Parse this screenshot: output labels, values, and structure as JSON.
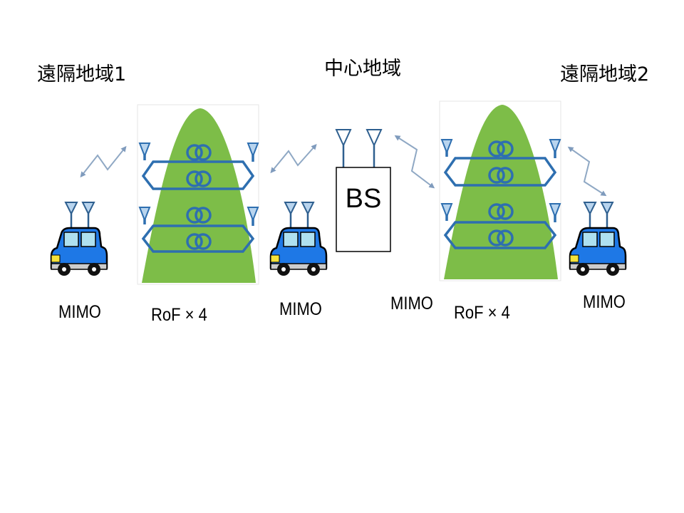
{
  "regions": {
    "remote1": "遠隔地域1",
    "center": "中心地域",
    "remote2": "遠隔地域2"
  },
  "labels": {
    "mimo_car1": "MIMO",
    "rof1": "RoF × 4",
    "mimo_car2": "MIMO",
    "mimo_bs": "MIMO",
    "rof2": "RoF × 4",
    "mimo_car3": "MIMO"
  },
  "bs": {
    "label": "BS"
  },
  "colors": {
    "fiber": "#2e6fb0",
    "green": "#7dbd48",
    "antenna_fill": "#b8d4ee",
    "car_body": "#1e78e6",
    "arrow": "#8fa8c4"
  }
}
